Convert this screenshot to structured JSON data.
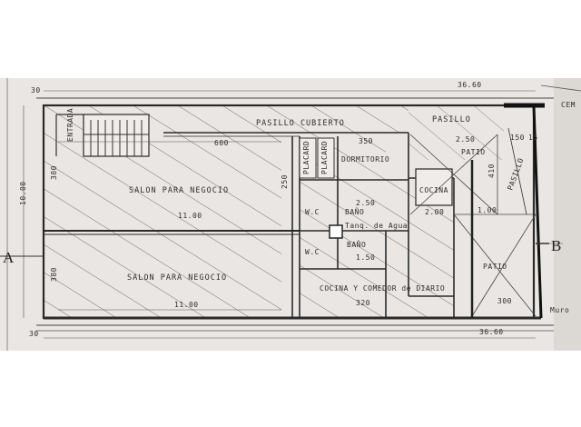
{
  "title_block": {
    "cem": "CEM"
  },
  "axis": {
    "left": "A",
    "right": "B"
  },
  "dimensions": {
    "total_top": "36.60",
    "total_bottom": "36.60",
    "height_left": "10.00",
    "corner_tl": "30",
    "corner_bl": "30",
    "dim_600": "600",
    "dim_350_top": "350",
    "dim_380_upper": "380",
    "dim_380_lower": "380",
    "dim_1100_upper": "11.00",
    "dim_1100_lower": "11.00",
    "dim_250_vert": "250",
    "dim_250_bano": "2.50",
    "dim_150_bano": "1.50",
    "dim_200_cocina": "2.00",
    "dim_100_cocina": "1.00",
    "dim_320": "320",
    "dim_300": "300",
    "dim_250_patio": "2.50",
    "dim_410": "410",
    "dim_150_patio": "150",
    "dim_15": "15"
  },
  "rooms": {
    "pasillo_cubierto": "PASILLO CUBIERTO",
    "pasillo": "PASILLO",
    "salon_upper": "SALON PARA NEGOCIO",
    "salon_lower": "SALON PARA NEGOCIO",
    "dormitorio": "DORMITORIO",
    "cocina": "COCINA",
    "bano_upper": "BAÑO",
    "bano_lower": "BAÑO",
    "wc_upper": "W.C",
    "wc_lower": "W.C",
    "tanque": "Tanq. de Agua",
    "cocina_comedor": "COCINA Y COMEDOR de DIARIO",
    "patio_upper": "PATIO",
    "patio_lower": "PATIO",
    "pasillo_right": "PASILLO",
    "entrada": "ENTRADA",
    "placard1": "PLACARD",
    "placard2": "PLACARD",
    "muro": "Muro"
  }
}
